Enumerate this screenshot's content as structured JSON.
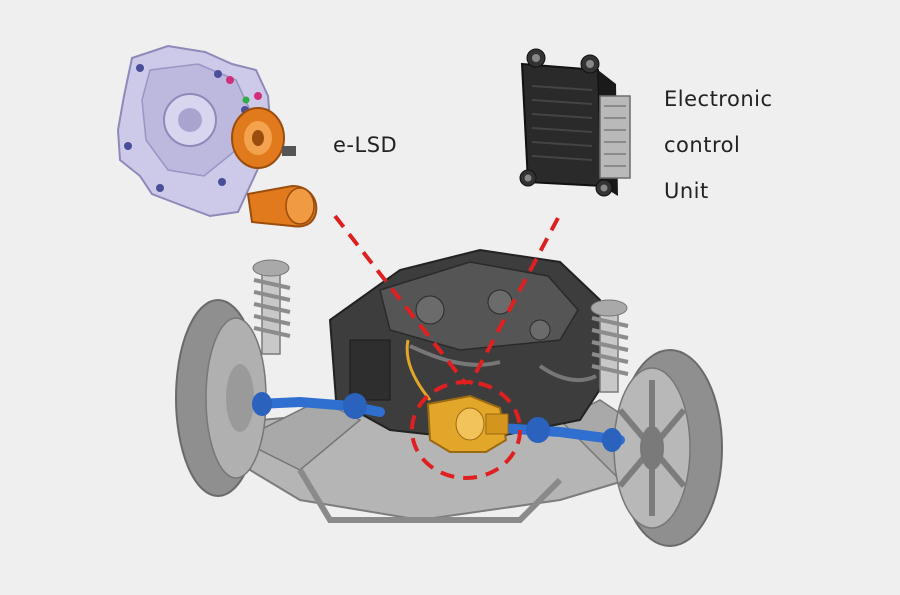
{
  "labels": {
    "elsd": "e-LSD",
    "ecu_line1": "Electronic",
    "ecu_line2": "control",
    "ecu_line3": "Unit"
  },
  "colors": {
    "background": "#efefef",
    "callout_dash": "#e02020",
    "elsd_highlight": "#e2a62a",
    "housing": "#c9c6e6",
    "motor": "#e07a1c",
    "drive_shaft": "#2f6fd0",
    "tire": "#9b9b9b",
    "engine": "#3a3a3a",
    "ecu_body": "#2a2a2a"
  },
  "icons": {
    "elsd_unit": "differential-housing",
    "ecu_unit": "control-module-box",
    "chassis": "vehicle-drivetrain"
  }
}
